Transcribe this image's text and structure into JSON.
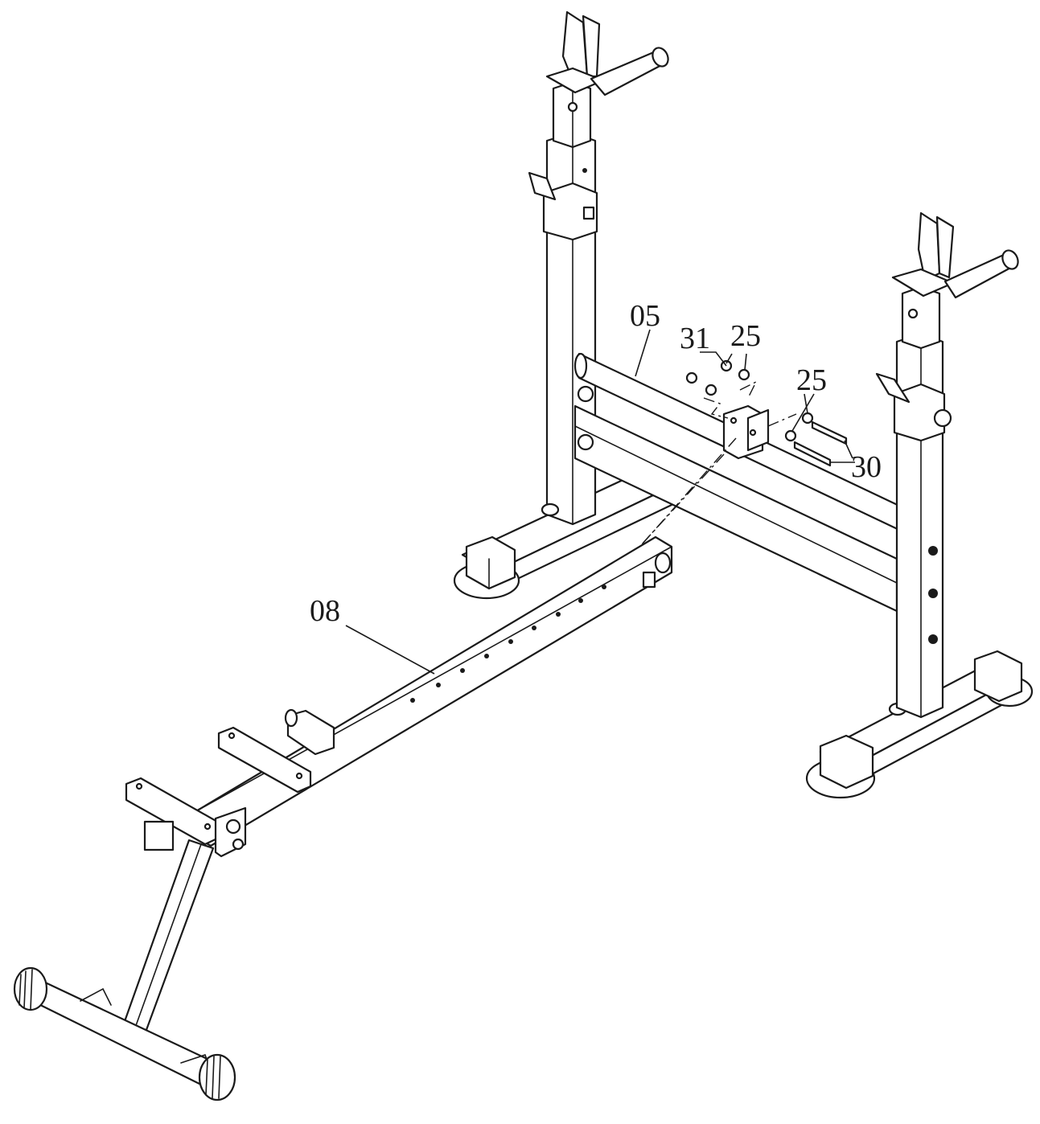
{
  "callouts": {
    "part_05": "05",
    "part_31": "31",
    "part_25_a": "25",
    "part_25_b": "25",
    "part_30": "30",
    "part_08": "08"
  }
}
